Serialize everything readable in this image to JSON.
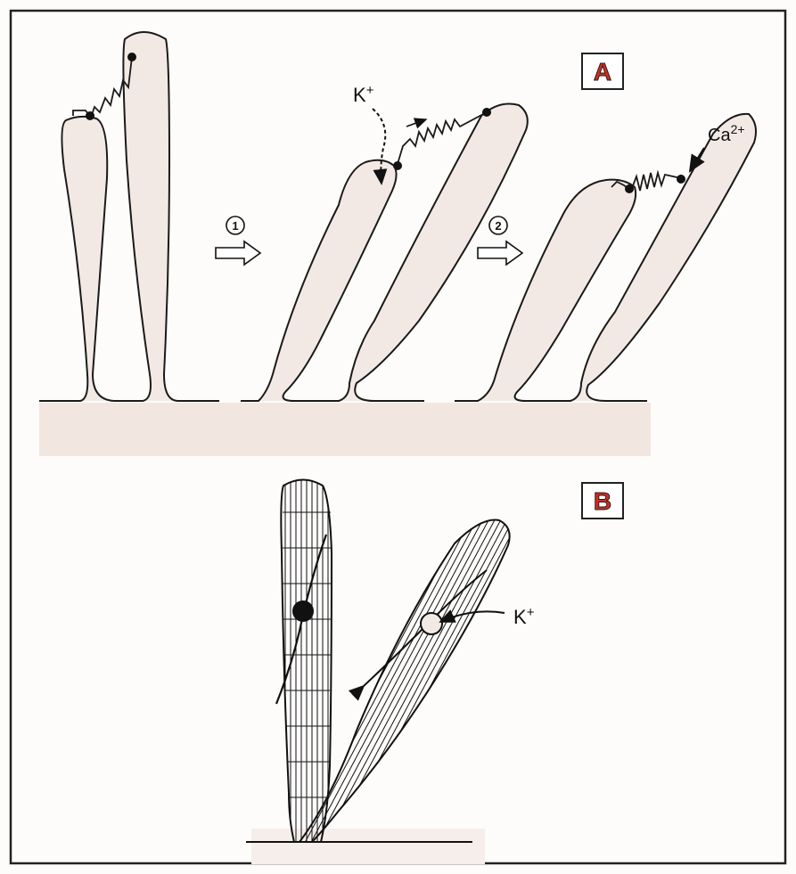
{
  "panels": {
    "a": {
      "label": "A",
      "accent": "#d42a1e"
    },
    "b": {
      "label": "B",
      "accent": "#d42a1e"
    }
  },
  "steps": {
    "one": "1",
    "two": "2"
  },
  "ions": {
    "k_a": {
      "base": "K",
      "charge": "+"
    },
    "ca": {
      "base": "Ca",
      "charge": "2+"
    },
    "k_b": {
      "base": "K",
      "charge": "+"
    }
  },
  "colors": {
    "cell_fill": "#f3e9e4",
    "base_fill": "#f2e6e1",
    "outline": "#1a1a1a",
    "frame": "#222222"
  },
  "icons": [
    "spring-icon",
    "arrow-right-icon",
    "dashed-arrow-icon"
  ]
}
